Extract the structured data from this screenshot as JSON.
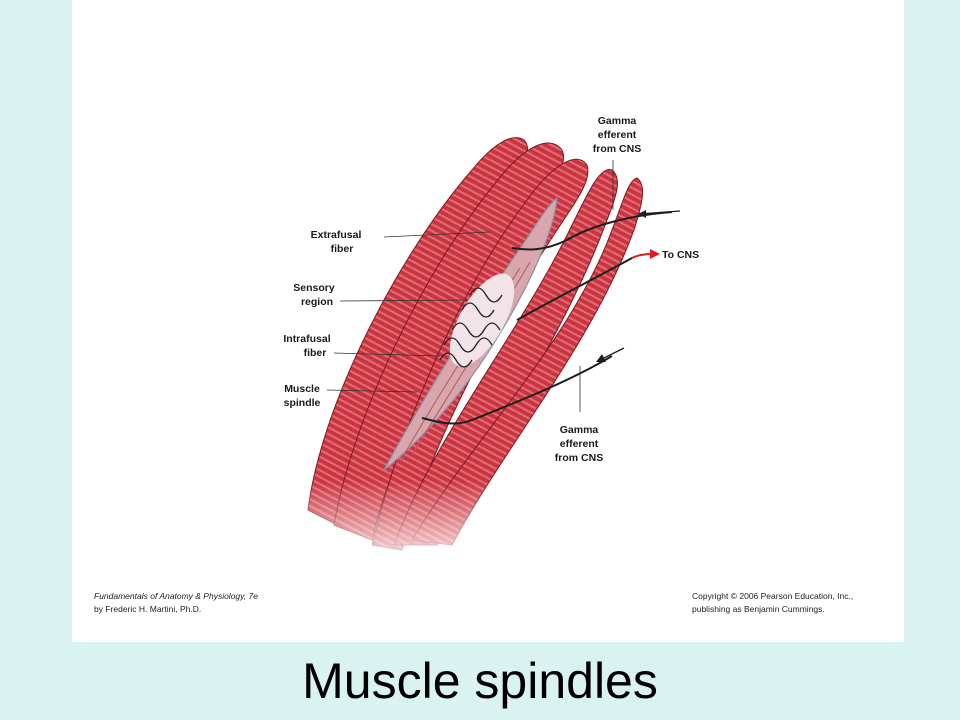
{
  "slide": {
    "title": "Muscle spindles"
  },
  "figure": {
    "labels": {
      "gamma_top_1": "Gamma",
      "gamma_top_2": "efferent",
      "gamma_top_3": "from CNS",
      "extrafusal_1": "Extrafusal",
      "extrafusal_2": "fiber",
      "to_cns": "To CNS",
      "sensory_1": "Sensory",
      "sensory_2": "region",
      "intrafusal_1": "Intrafusal",
      "intrafusal_2": "fiber",
      "spindle_1": "Muscle",
      "spindle_2": "spindle",
      "gamma_bottom_1": "Gamma",
      "gamma_bottom_2": "efferent",
      "gamma_bottom_3": "from CNS"
    },
    "credit_left": {
      "line1": "Fundamentals of Anatomy & Physiology, 7e",
      "line2": "by Frederic H. Martini, Ph.D."
    },
    "credit_right": {
      "line1": "Copyright © 2006 Pearson Education, Inc.,",
      "line2": "publishing as Benjamin Cummings."
    }
  },
  "colors": {
    "background": "#d9f3f1",
    "panel": "#ffffff",
    "muscle": "#c8343f",
    "arrow_red": "#e01b24"
  }
}
